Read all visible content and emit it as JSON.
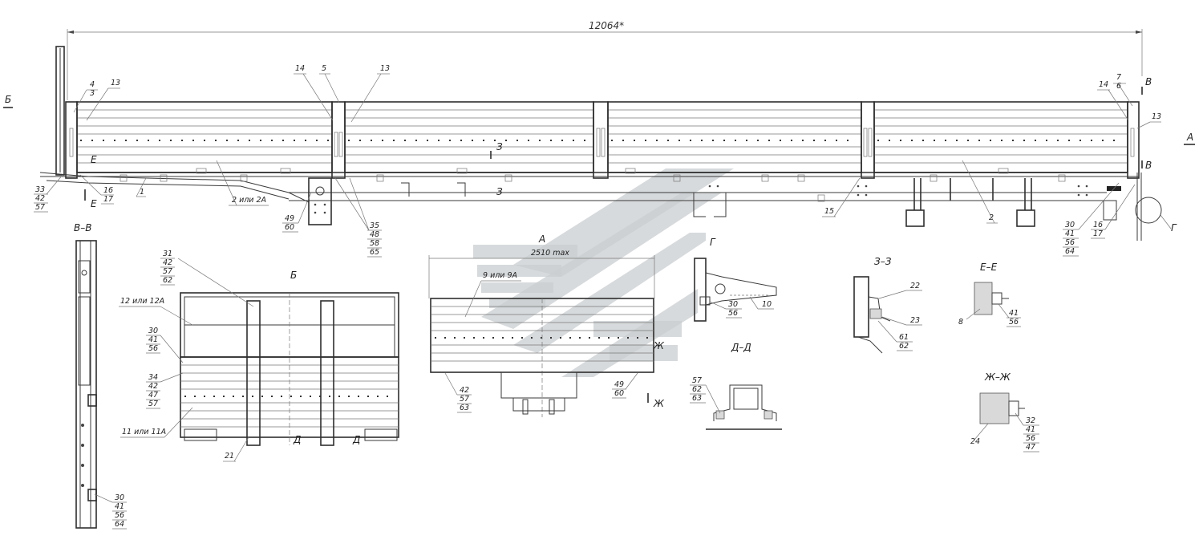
{
  "dimension_overall": "12064*",
  "dimension_a_width": "2510 max",
  "section_titles": {
    "b_label_left": "Б",
    "a_label_right": "А",
    "v_v": "В–В",
    "b_view": "Б",
    "a_view": "А",
    "g_view": "Г",
    "d_d": "Д–Д",
    "z_z": "З–З",
    "e_e": "Е–Е",
    "zh_zh": "Ж–Ж",
    "v_marker_top": "В",
    "v_marker_bottom": "В",
    "g_marker": "Г",
    "z_marker": "З",
    "z_marker2": "З",
    "e_marker": "Е",
    "e_marker2": "Е",
    "zh_marker": "Ж",
    "zh_marker2": "Ж",
    "d_marker": "Д",
    "d_marker2": "Д"
  },
  "callouts": {
    "c_4_3": [
      "4",
      "3"
    ],
    "c_13_left": "13",
    "c_14_mid": "14",
    "c_5": "5",
    "c_13_mid": "13",
    "c_14_right": "14",
    "c_7_6": [
      "7",
      "6"
    ],
    "c_13_right": "13",
    "c_33": [
      "33",
      "42",
      "57"
    ],
    "c_16_17_left": [
      "16",
      "17"
    ],
    "c_1": "1",
    "c_2_or_2a": "2 или 2А",
    "c_49_60_top": [
      "49",
      "60"
    ],
    "c_35": [
      "35",
      "48",
      "58",
      "65"
    ],
    "c_15": "15",
    "c_2": "2",
    "c_30_right": [
      "30",
      "41",
      "56",
      "64"
    ],
    "c_16_17_right": [
      "16",
      "17"
    ],
    "c_31": [
      "31",
      "42",
      "57",
      "62"
    ],
    "c_12": "12 или 12А",
    "c_30_b": [
      "30",
      "41",
      "56"
    ],
    "c_34": [
      "34",
      "42",
      "47",
      "57"
    ],
    "c_11": "11 или 11А",
    "c_21": "21",
    "c_30_vv": [
      "30",
      "41",
      "56",
      "64"
    ],
    "c_9": "9 или 9А",
    "c_42_57_63": [
      "42",
      "57",
      "63"
    ],
    "c_49_60_a": [
      "49",
      "60"
    ],
    "c_30_56_g": [
      "30",
      "56"
    ],
    "c_10": "10",
    "c_57_62_63": [
      "57",
      "62",
      "63"
    ],
    "c_22": "22",
    "c_23": "23",
    "c_61_62": [
      "61",
      "62"
    ],
    "c_8": "8",
    "c_41_56_e": [
      "41",
      "56"
    ],
    "c_24": "24",
    "c_32": [
      "32",
      "41",
      "56",
      "47"
    ]
  }
}
